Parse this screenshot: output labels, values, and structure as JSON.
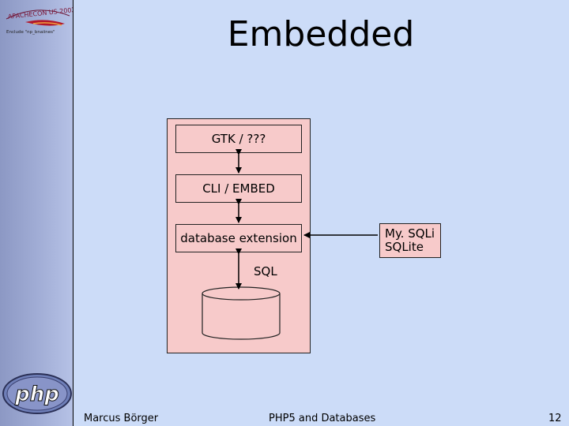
{
  "slide": {
    "title": "Embedded",
    "diagram": {
      "layers": [
        {
          "id": "gtk",
          "label": "GTK / ???"
        },
        {
          "id": "cli",
          "label": "CLI / EMBED"
        },
        {
          "id": "db-ext",
          "label": "database extension"
        }
      ],
      "side_box": {
        "line1": "My. SQLi",
        "line2": "SQLite"
      },
      "sql_label": "SQL"
    },
    "footer": {
      "author": "Marcus Börger",
      "course": "PHP5 and Databases",
      "page": "12"
    }
  },
  "logos": {
    "top": "apachecon-logo",
    "bottom": "php-logo"
  },
  "colors": {
    "background": "#ccdcf8",
    "sidebar": "#9ca8d0",
    "diagram_fill": "#f7caca"
  }
}
